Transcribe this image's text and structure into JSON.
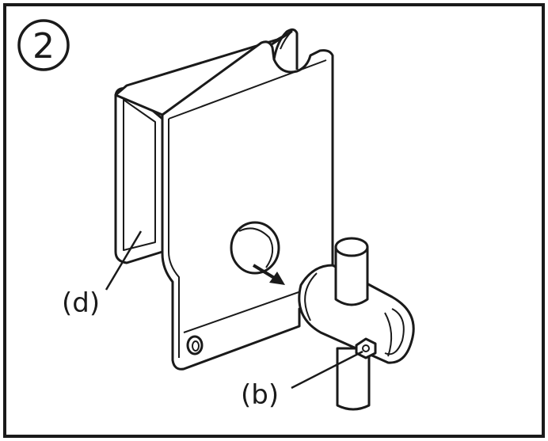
{
  "step": {
    "number": "2"
  },
  "labels": {
    "d": "(d)",
    "b": "(b)"
  },
  "colors": {
    "line": "#1a1a1a",
    "fill": "#ffffff"
  }
}
